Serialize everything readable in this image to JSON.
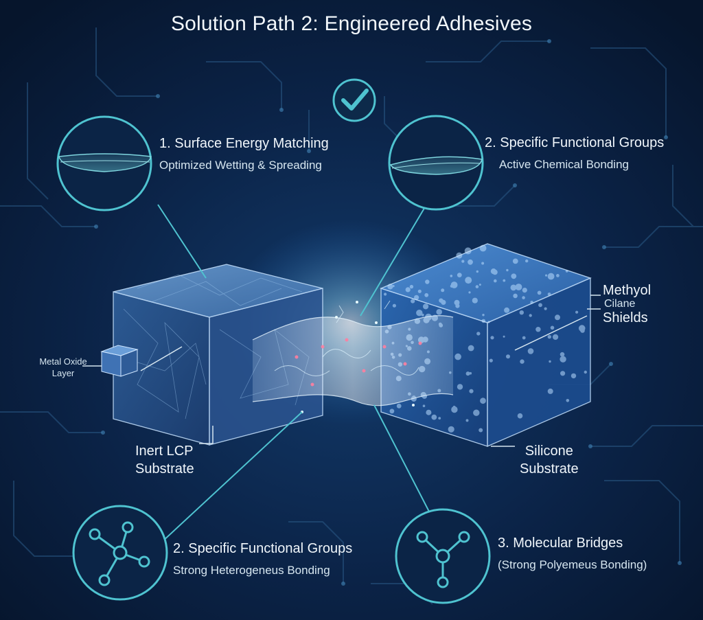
{
  "title": "Solution Path 2: Engineered Adhesives",
  "colors": {
    "background": "#0a1a33",
    "accent": "#4fc3d0",
    "glow": "#8fd8ff"
  },
  "callouts": {
    "top_left": {
      "heading": "1. Surface Energy Matching",
      "sub": "Optimized Wetting & Spreading"
    },
    "top_right": {
      "heading": "2. Specific Functional Groups",
      "sub": "Active Chemical Bonding"
    },
    "bottom_left": {
      "heading": "2. Specific Functional Groups",
      "sub": "Strong Heterogeneus Bonding"
    },
    "bottom_right": {
      "heading": "3. Molecular Bridges",
      "sub": "(Strong Polyemeus Bonding)"
    }
  },
  "labels": {
    "metal_oxide": [
      "Metal Oxide",
      "Layer"
    ],
    "inert_lcp": [
      "Inert LCP",
      "Substrate"
    ],
    "silicone": [
      "Silicone",
      "Substrate"
    ],
    "methyol": [
      "Methyol",
      "Cilane",
      "Shields"
    ]
  },
  "icons": [
    "check-icon",
    "droplet-film-icon",
    "molecule-icon"
  ]
}
